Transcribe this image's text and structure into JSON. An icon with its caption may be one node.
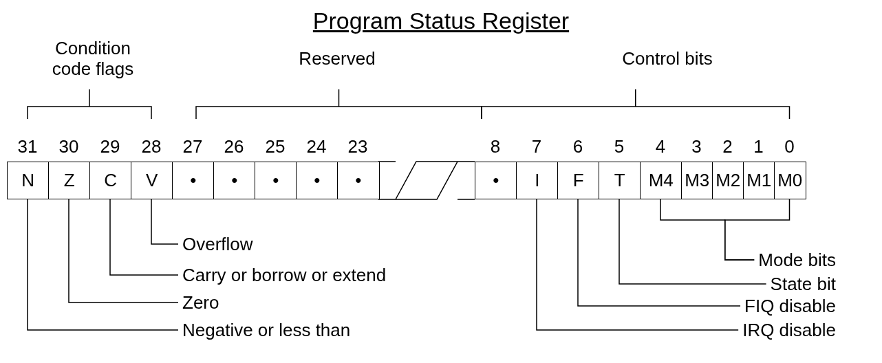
{
  "diagram": {
    "title": "Program Status Register",
    "nodes": [
      {
        "text": [
          "N"
        ]
      },
      {
        "text": [
          "Z"
        ]
      },
      {
        "text": [
          "C"
        ]
      },
      {
        "text": [
          "V"
        ]
      },
      {
        "text": [
          "•"
        ]
      },
      {
        "text": [
          "•"
        ]
      },
      {
        "text": [
          "•"
        ]
      },
      {
        "text": [
          "•"
        ]
      },
      {
        "text": [
          "•"
        ]
      },
      {
        "text": [
          "•"
        ]
      },
      {
        "text": [
          "I"
        ]
      },
      {
        "text": [
          "F"
        ]
      },
      {
        "text": [
          "T"
        ]
      },
      {
        "text": [
          "M4"
        ]
      },
      {
        "text": [
          "M3"
        ]
      },
      {
        "text": [
          "M2"
        ]
      },
      {
        "text": [
          "M1"
        ]
      },
      {
        "text": [
          "M0"
        ]
      },
      {
        "text": [
          "Overflow"
        ]
      },
      {
        "text": [
          "Mode bits"
        ]
      },
      {
        "text": [
          "Carry or borrow or extend"
        ]
      },
      {
        "text": [
          "State bit"
        ]
      },
      {
        "text": [
          "Zero"
        ]
      },
      {
        "text": [
          "FIQ disable"
        ]
      },
      {
        "text": [
          "Negative or less than"
        ]
      },
      {
        "text": [
          "IRQ disable"
        ]
      }
    ],
    "edges": [
      {
        "from": 18,
        "to": 3,
        "arrow": "none"
      },
      {
        "from": 19,
        "to": 13,
        "arrow": "none"
      },
      {
        "from": 19,
        "to": 17,
        "arrow": "none"
      },
      {
        "from": 20,
        "to": 2,
        "arrow": "none"
      },
      {
        "from": 21,
        "to": 12,
        "arrow": "none"
      },
      {
        "from": 22,
        "to": 1,
        "arrow": "none"
      },
      {
        "from": 23,
        "to": 11,
        "arrow": "none"
      },
      {
        "from": 24,
        "to": 0,
        "arrow": "none"
      },
      {
        "from": 25,
        "to": 10,
        "arrow": "none"
      }
    ],
    "labels": [
      "Condition code flags",
      "Reserved",
      "Control bits",
      "31",
      "30",
      "29",
      "28",
      "27",
      "26",
      "25",
      "24",
      "23",
      "8",
      "7",
      "6",
      "5",
      "4",
      "3",
      "2",
      "1",
      "0"
    ]
  }
}
